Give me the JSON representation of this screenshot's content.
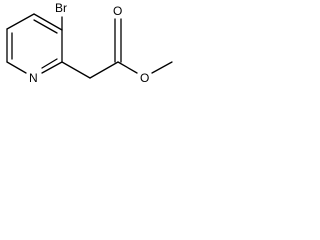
{
  "molecule": {
    "atoms": {
      "bromine": "Br",
      "nitrogen": "N",
      "carbonyl_oxygen": "O",
      "ester_oxygen": "O"
    },
    "line_color": "#000000",
    "background_color": "#ffffff"
  }
}
